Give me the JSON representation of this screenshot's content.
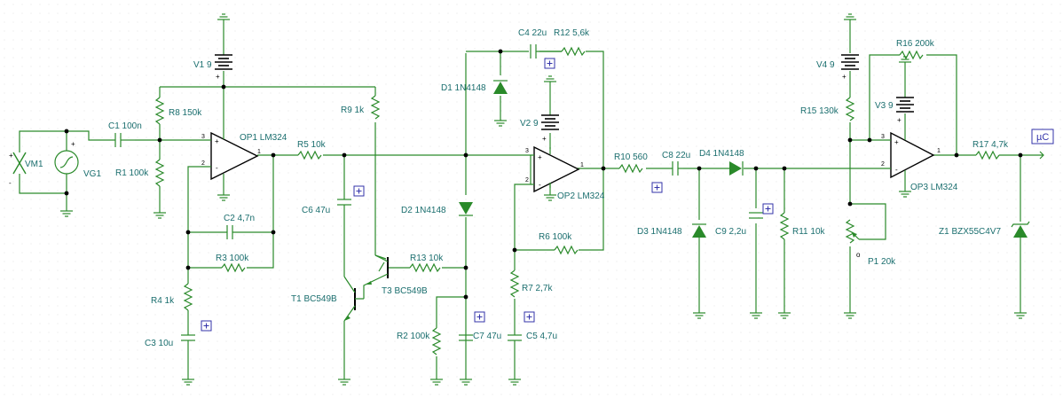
{
  "labels": {
    "vm1": "VM1",
    "vg1": "VG1",
    "c1": "C1 100n",
    "r1": "R1 100k",
    "r8": "R8 150k",
    "v1": "V1 9",
    "op1": "OP1 LM324",
    "c2": "C2 4,7n",
    "r3": "R3 100k",
    "r4": "R4 1k",
    "c3": "C3 10u",
    "r9": "R9 1k",
    "r5": "R5 10k",
    "c6": "C6 47u",
    "t1": "T1 BC549B",
    "t3": "T3 BC549B",
    "r13": "R13 10k",
    "r2": "R2 100k",
    "c7": "C7 47u",
    "d2": "D2 1N4148",
    "d1": "D1 1N4148",
    "c4": "C4 22u",
    "r12": "R12 5,6k",
    "v2": "V2 9",
    "op2": "OP2 LM324",
    "r6": "R6 100k",
    "r7": "R7 2,7k",
    "c5": "C5 4,7u",
    "r10": "R10 560",
    "c8": "C8 22u",
    "d4": "D4 1N4148",
    "d3": "D3 1N4148",
    "c9": "C9 2,2u",
    "r11": "R11 10k",
    "v4": "V4 9",
    "r15": "R15 130k",
    "v3": "V3 9",
    "r16": "R16 200k",
    "op3": "OP3 LM324",
    "p1": "P1 20k",
    "r17": "R17 4,7k",
    "z1": "Z1 BZX55C4V7",
    "uc": "µC"
  },
  "symbols": {
    "plus": "+",
    "minus": "-",
    "pin1": "1",
    "pin2": "2",
    "pin3": "3",
    "wiper": "o"
  },
  "colors": {
    "wire": "#2a8a2a",
    "component": "#2a8a2a",
    "label": "#1a6e6e",
    "outline": "#000000",
    "marker_border": "#3333aa"
  }
}
